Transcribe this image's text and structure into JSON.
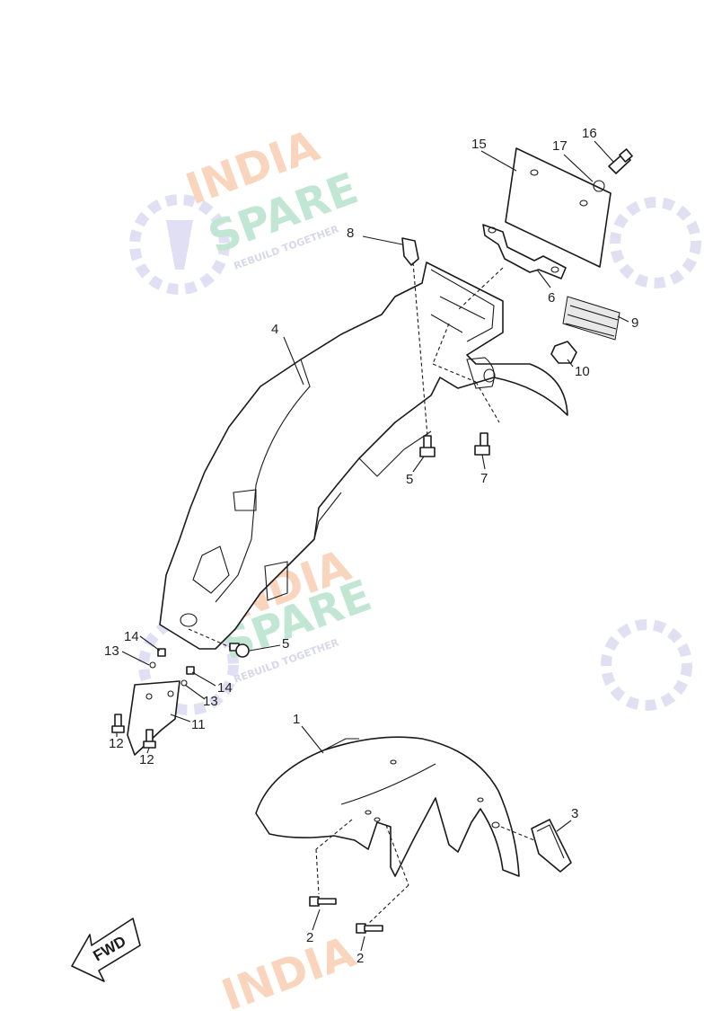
{
  "watermark": {
    "line1": "INDIA",
    "line2": "SPARE",
    "tagline": "REBUILD TOGETHER",
    "color_line1": "#f6b48a",
    "color_line2": "#8fd3b0",
    "color_icon": "#c9c6ea"
  },
  "callouts": {
    "c1": "1",
    "c2a": "2",
    "c2b": "2",
    "c3": "3",
    "c4": "4",
    "c5a": "5",
    "c5b": "5",
    "c6": "6",
    "c7": "7",
    "c8": "8",
    "c9": "9",
    "c10": "10",
    "c11": "11",
    "c12a": "12",
    "c12b": "12",
    "c13a": "13",
    "c13b": "13",
    "c14a": "14",
    "c14b": "14",
    "c15": "15",
    "c16": "16",
    "c17": "17"
  },
  "fwd_label": "FWD"
}
